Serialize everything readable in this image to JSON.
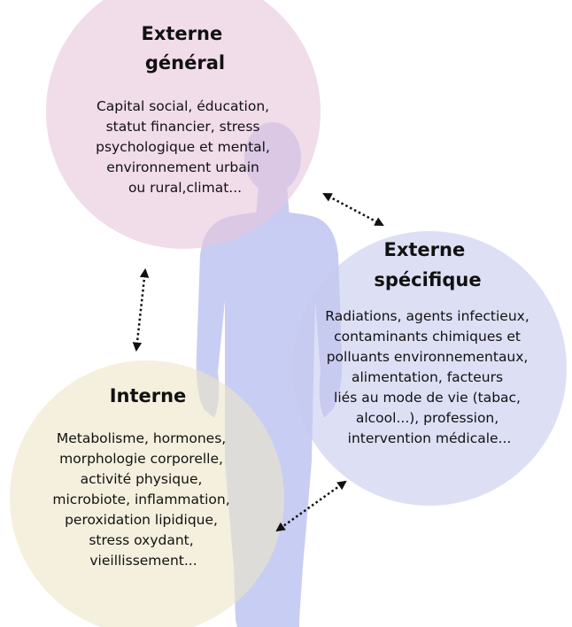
{
  "colors": {
    "silhouette": "#bcc2f0",
    "circle_general": "#e7c4dc",
    "circle_specific": "#c7c9ee",
    "circle_internal": "#ece6c6",
    "arrows": "#111111"
  },
  "icons": {
    "silhouette": "human-silhouette",
    "arrows": "dotted-double-arrow"
  },
  "nodes": {
    "general": {
      "title": [
        "Externe",
        "général"
      ],
      "body": [
        "Capital social, éducation,",
        "statut financier, stress",
        "psychologique et mental,",
        "environnement urbain",
        "ou rural,climat..."
      ]
    },
    "specific": {
      "title": [
        "Externe",
        "spécifique"
      ],
      "body": [
        "Radiations, agents infectieux,",
        "contaminants chimiques et",
        "polluants environnementaux,",
        "alimentation, facteurs",
        "liés au mode de vie (tabac,",
        "alcool...), profession,",
        "intervention médicale..."
      ]
    },
    "internal": {
      "title": [
        "Interne"
      ],
      "body": [
        "Metabolisme, hormones,",
        "morphologie corporelle,",
        "activité physique,",
        "microbiote, inflammation,",
        "peroxidation lipidique,",
        "stress oxydant,",
        "vieillissement..."
      ]
    }
  },
  "connections": [
    {
      "from": "general",
      "to": "specific"
    },
    {
      "from": "general",
      "to": "internal"
    },
    {
      "from": "specific",
      "to": "internal"
    }
  ]
}
